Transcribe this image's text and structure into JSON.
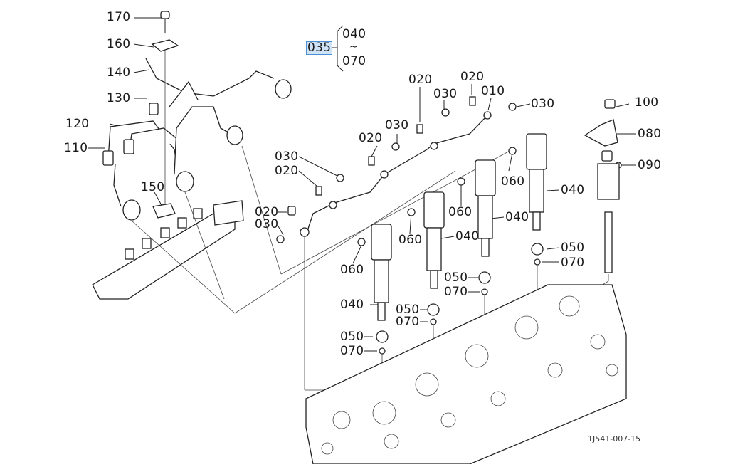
{
  "diagram": {
    "title_code": "1J541-007-15",
    "assembly_group": {
      "label": "035",
      "range_start": "040",
      "range_separator": "~",
      "range_end": "070",
      "highlight_color": "#cfe3f7"
    },
    "callouts": [
      {
        "id": "170",
        "part": "bolt"
      },
      {
        "id": "160",
        "part": "clamp"
      },
      {
        "id": "140",
        "part": "injection-pipe"
      },
      {
        "id": "130",
        "part": "injection-pipe"
      },
      {
        "id": "120",
        "part": "injection-pipe"
      },
      {
        "id": "110",
        "part": "injection-pipe"
      },
      {
        "id": "150",
        "part": "clamp"
      },
      {
        "id": "010",
        "part": "return-pipe"
      },
      {
        "id": "020",
        "part": "eye-bolt"
      },
      {
        "id": "030",
        "part": "gasket"
      },
      {
        "id": "040",
        "part": "injector"
      },
      {
        "id": "050",
        "part": "o-ring"
      },
      {
        "id": "060",
        "part": "o-ring"
      },
      {
        "id": "070",
        "part": "washer"
      },
      {
        "id": "080",
        "part": "injector-clamp"
      },
      {
        "id": "090",
        "part": "ball"
      },
      {
        "id": "100",
        "part": "nut"
      }
    ],
    "labels": {
      "l170": "170",
      "l160": "160",
      "l140": "140",
      "l130": "130",
      "l120": "120",
      "l110": "110",
      "l150": "150",
      "l035": "035",
      "l040top": "040",
      "ltilde": "~",
      "l070top": "070",
      "l020a": "020",
      "l030a": "030",
      "l020b": "020",
      "l030b": "030",
      "l020c": "020",
      "l010": "010",
      "l030c": "030",
      "l030d": "030",
      "l020d": "020",
      "l020e": "020",
      "l030e": "030",
      "l100": "100",
      "l080": "080",
      "l090": "090",
      "l060a": "060",
      "l060b": "060",
      "l060c": "060",
      "l060d": "060",
      "l040a": "040",
      "l040b": "040",
      "l040c": "040",
      "l040d": "040",
      "l050a": "050",
      "l050b": "050",
      "l050c": "050",
      "l050d": "050",
      "l070a": "070",
      "l070b": "070",
      "l070c": "070",
      "l070d": "070"
    }
  }
}
